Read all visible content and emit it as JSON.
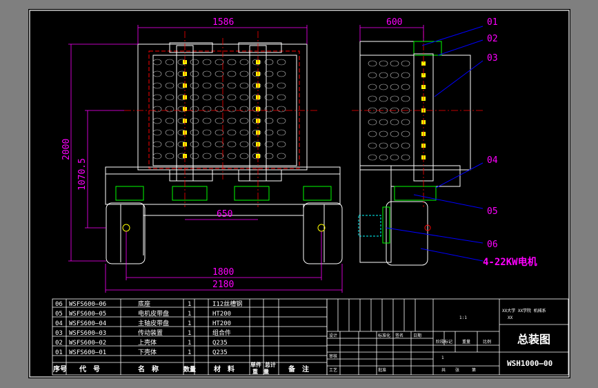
{
  "colors": {
    "background": "#000000",
    "surround": "#7f7f7f",
    "outline": "#ffffff",
    "dimension": "#ff00ff",
    "centerline": "#ff0000",
    "leader": "#0000ff",
    "hidden": "#00ffff",
    "belt": "#00ff00",
    "bolt": "#ffff00"
  },
  "front_view": {
    "dim_width_top": "1586",
    "dim_height_total": "2000",
    "dim_height_shaft": "1070.5",
    "dim_shaft_spacing": "650",
    "dim_wheelbase": "1800",
    "dim_overall_width": "2180"
  },
  "side_view": {
    "dim_width": "600",
    "callouts": [
      "01",
      "02",
      "03",
      "04",
      "05",
      "06"
    ],
    "motor_note": "4-22KW电机"
  },
  "bom": {
    "rows": [
      {
        "no": "06",
        "code": "WSFS600—06",
        "name": "底座",
        "qty": "1",
        "material": "I12丝槽钢"
      },
      {
        "no": "05",
        "code": "WSFS600—05",
        "name": "电机皮带盘",
        "qty": "1",
        "material": "HT200"
      },
      {
        "no": "04",
        "code": "WSFS600—04",
        "name": "主轴皮带盘",
        "qty": "1",
        "material": "HT200"
      },
      {
        "no": "03",
        "code": "WSFS600—03",
        "name": "传动装置",
        "qty": "1",
        "material": "组合件"
      },
      {
        "no": "02",
        "code": "WSFS600—02",
        "name": "上壳体",
        "qty": "1",
        "material": "Q235"
      },
      {
        "no": "01",
        "code": "WSFS600—01",
        "name": "下壳体",
        "qty": "1",
        "material": "Q235"
      }
    ],
    "header": {
      "no": "序号",
      "code": "代　号",
      "name": "名　称",
      "qty": "数量",
      "material": "材　料",
      "weight": "单件 总计",
      "weight_sub": "重　量",
      "remark": "备　注"
    }
  },
  "title_block": {
    "title": "总装图",
    "drawing_no": "WSH1000—00",
    "unit": "1:1",
    "school_line1": "XX大学 XX学院 机械系",
    "school_line2": "XX",
    "label_design": "设计",
    "label_check": "审核",
    "label_process": "工艺",
    "label_std": "标准化",
    "label_approve": "批准",
    "label_date": "日期",
    "label_sign": "签名",
    "label_scale": "比例",
    "label_weight": "重量",
    "label_sheet": "共",
    "label_of": "第",
    "label_page": "张",
    "label_stage": "阶段标记",
    "scale_value": "1"
  }
}
